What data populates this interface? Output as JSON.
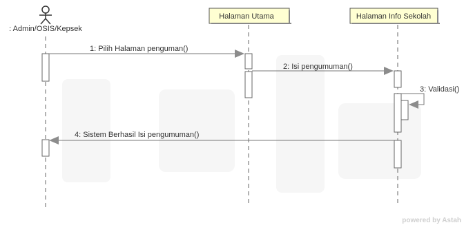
{
  "diagram": {
    "actor": {
      "name": ": Admin/OSIS/Kepsek"
    },
    "lifelines": [
      {
        "name": "Halaman Utama"
      },
      {
        "name": "Halaman Info Sekolah"
      }
    ],
    "messages": [
      {
        "label": "1: Pilih Halaman penguman()"
      },
      {
        "label": "2: Isi pengumuman()"
      },
      {
        "label": "3: Validasi()"
      },
      {
        "label": "4: Sistem Berhasil Isi pengumuman()"
      }
    ],
    "watermark": "powered by Astah"
  },
  "colors": {
    "lifeline_box_fill": "#ffffd2",
    "lifeline_box_stroke": "#555555",
    "activation_fill": "#ffffff",
    "line": "#666666",
    "arrowhead": "#8c8c8c"
  }
}
